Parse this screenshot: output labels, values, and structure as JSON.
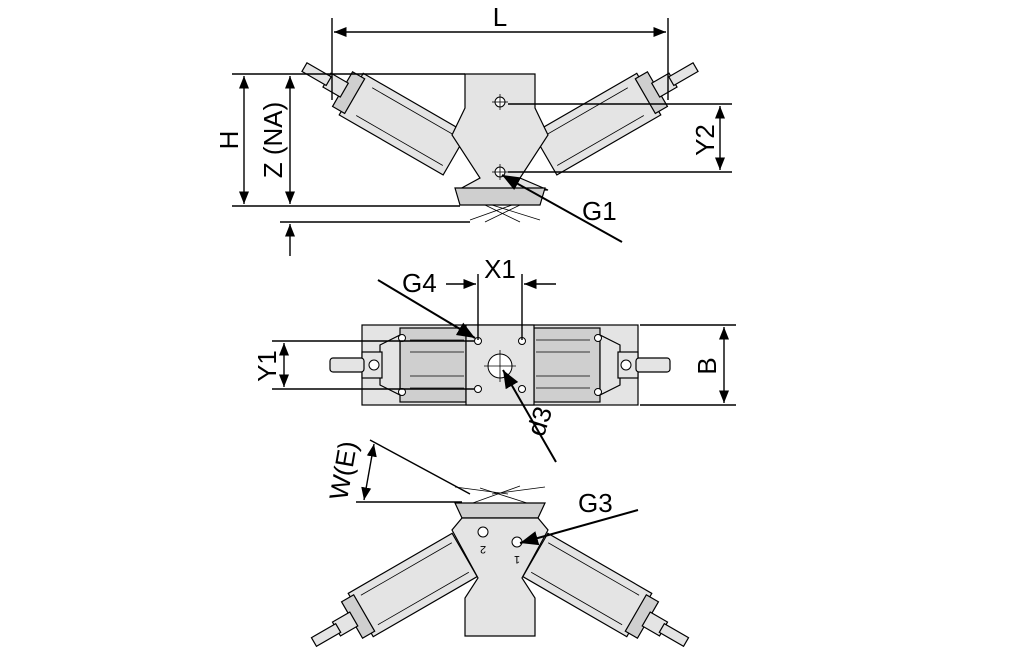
{
  "labels": {
    "L": "L",
    "H": "H",
    "Z": "Z (NA)",
    "Y2": "Y2",
    "G1": "G1",
    "X1": "X1",
    "G4": "G4",
    "Y1": "Y1",
    "B": "B",
    "d3": "d3",
    "W": "W(E)",
    "G3": "G3",
    "port1": "1",
    "port2": "2"
  }
}
